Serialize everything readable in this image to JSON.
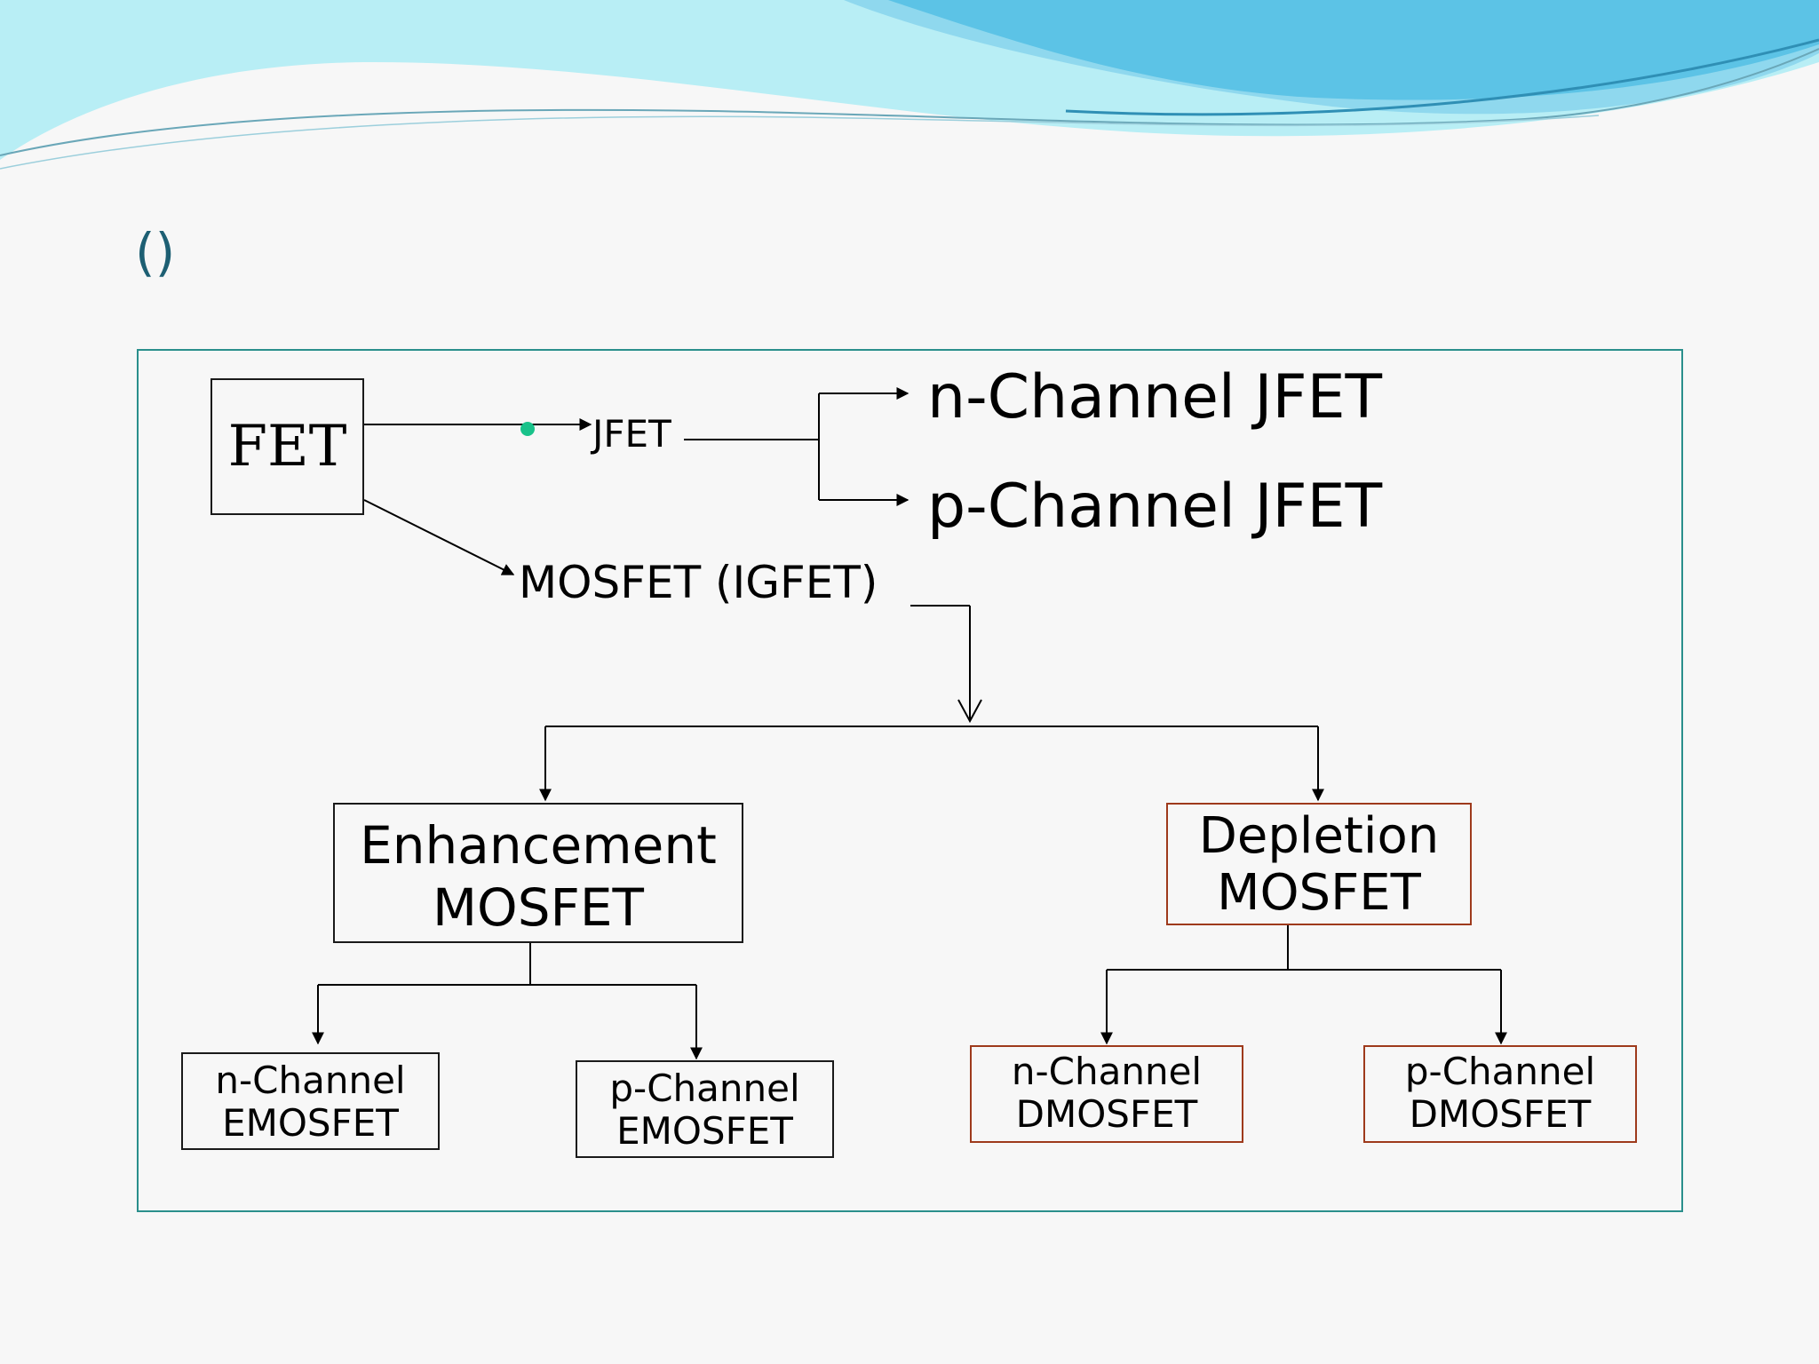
{
  "slide": {
    "title": "()",
    "colors": {
      "title": "#1d5f73",
      "frame": "#2a8f8c",
      "wave_light": "#9fe4ef",
      "wave_mid": "#55c7e3",
      "wave_dark": "#3aa9d3",
      "red_box": "#9e3a1c",
      "dot": "#19c28a"
    }
  },
  "diagram": {
    "root": "FET",
    "jfet": "JFET",
    "n_jfet": "n-Channel JFET",
    "p_jfet": "p-Channel JFET",
    "mosfet": "MOSFET (IGFET)",
    "enh_line1": "Enhancement",
    "enh_line2": "MOSFET",
    "dep_line1": "Depletion",
    "dep_line2": "MOSFET",
    "n_emos_line1": "n-Channel",
    "n_emos_line2": "EMOSFET",
    "p_emos_line1": "p-Channel",
    "p_emos_line2": "EMOSFET",
    "n_dmos_line1": "n-Channel",
    "n_dmos_line2": "DMOSFET",
    "p_dmos_line1": "p-Channel",
    "p_dmos_line2": "DMOSFET"
  }
}
